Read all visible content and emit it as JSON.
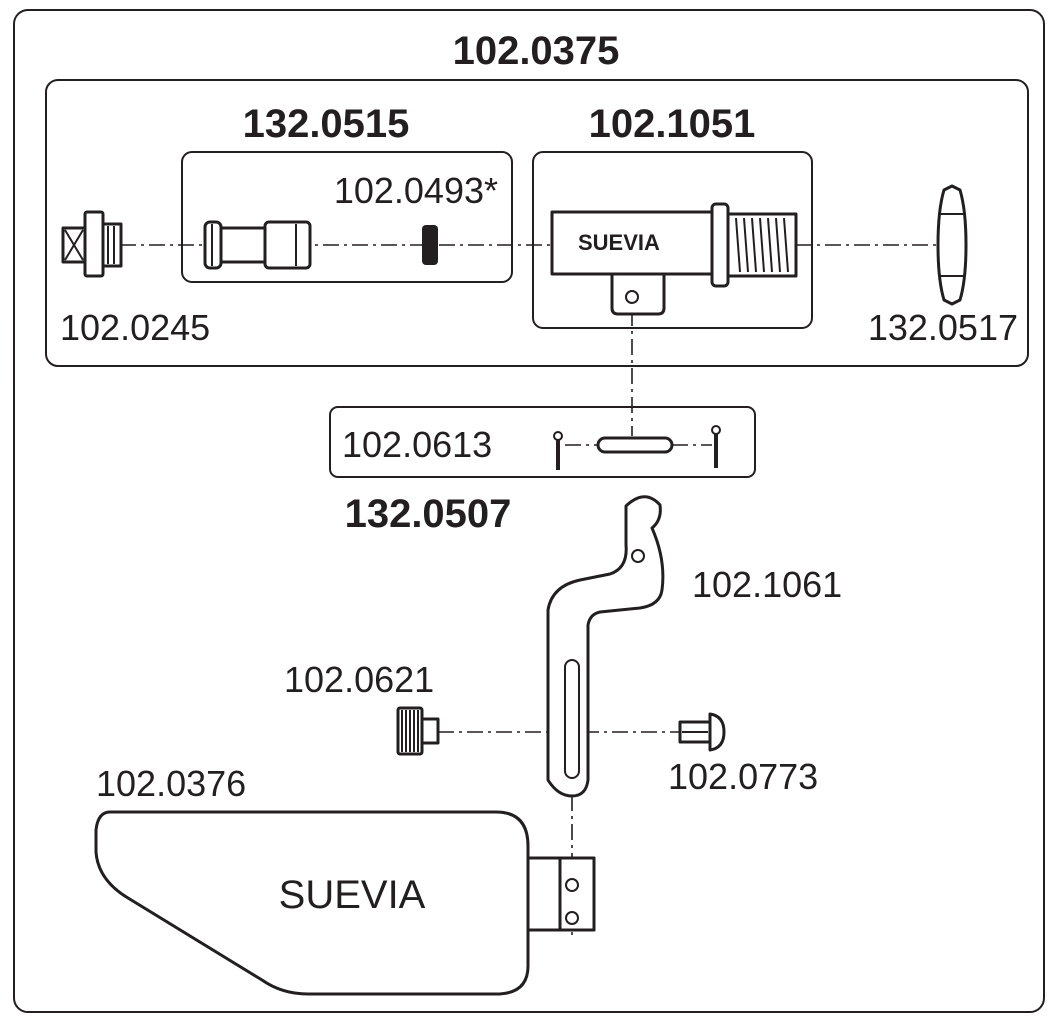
{
  "assembly": {
    "main_number": "102.0375",
    "subassemblies": {
      "handle_kit": "132.0515",
      "valve_body": "102.1051",
      "pin_kit": "132.0507"
    },
    "parts": {
      "plug_screw": "102.0245",
      "seal_ring": "102.0493*",
      "nut": "132.0517",
      "pin": "102.0613",
      "lever": "102.1061",
      "knurled_screw": "102.0621",
      "rivet": "102.0773",
      "paddle": "102.0376"
    },
    "brand_valve": "SUEVIA",
    "brand_paddle": "SUEVIA"
  }
}
